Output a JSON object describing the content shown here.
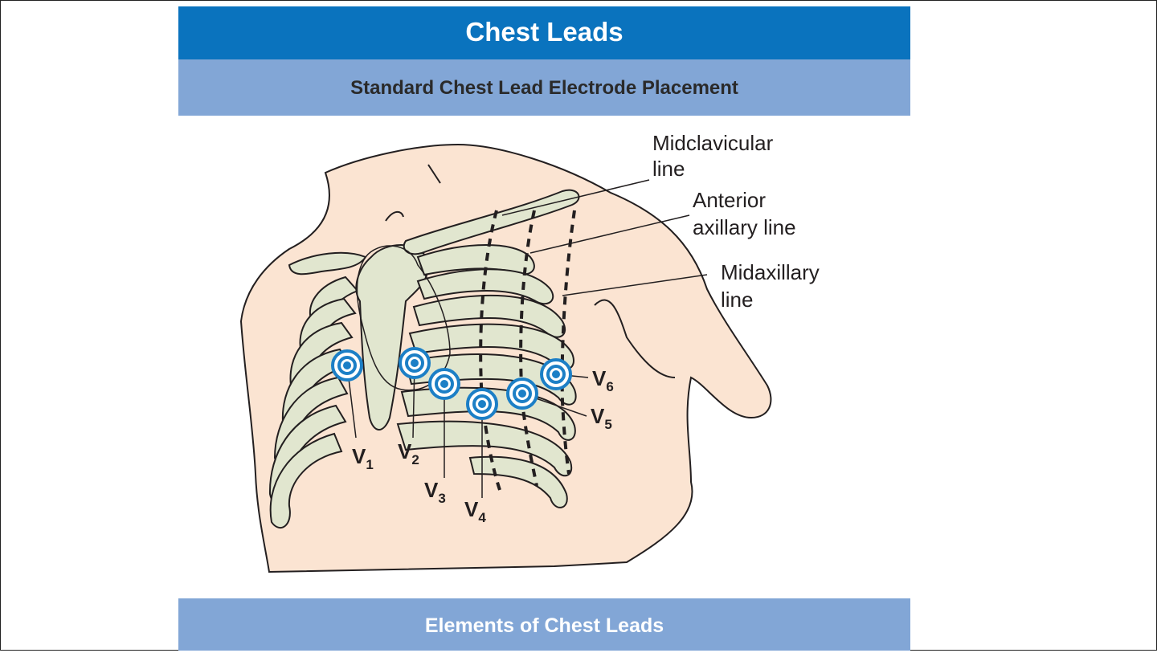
{
  "slide": {
    "title": "Chest Leads",
    "subtitle": "Standard Chest Lead Electrode Placement",
    "footer": "Elements of Chest Leads"
  },
  "diagram": {
    "line_labels": {
      "midclavicular": [
        "Midclavicular",
        "line"
      ],
      "anterior_axillary": [
        "Anterior",
        "axillary line"
      ],
      "midaxillary": [
        "Midaxillary",
        "line"
      ]
    },
    "leads": [
      {
        "letter": "V",
        "sub": "1"
      },
      {
        "letter": "V",
        "sub": "2"
      },
      {
        "letter": "V",
        "sub": "3"
      },
      {
        "letter": "V",
        "sub": "4"
      },
      {
        "letter": "V",
        "sub": "5"
      },
      {
        "letter": "V",
        "sub": "6"
      }
    ],
    "colors": {
      "skin": "#fbe4d2",
      "bone": "#e1e6cf",
      "electrode": "#1c7fc6",
      "outline": "#231f20"
    }
  }
}
